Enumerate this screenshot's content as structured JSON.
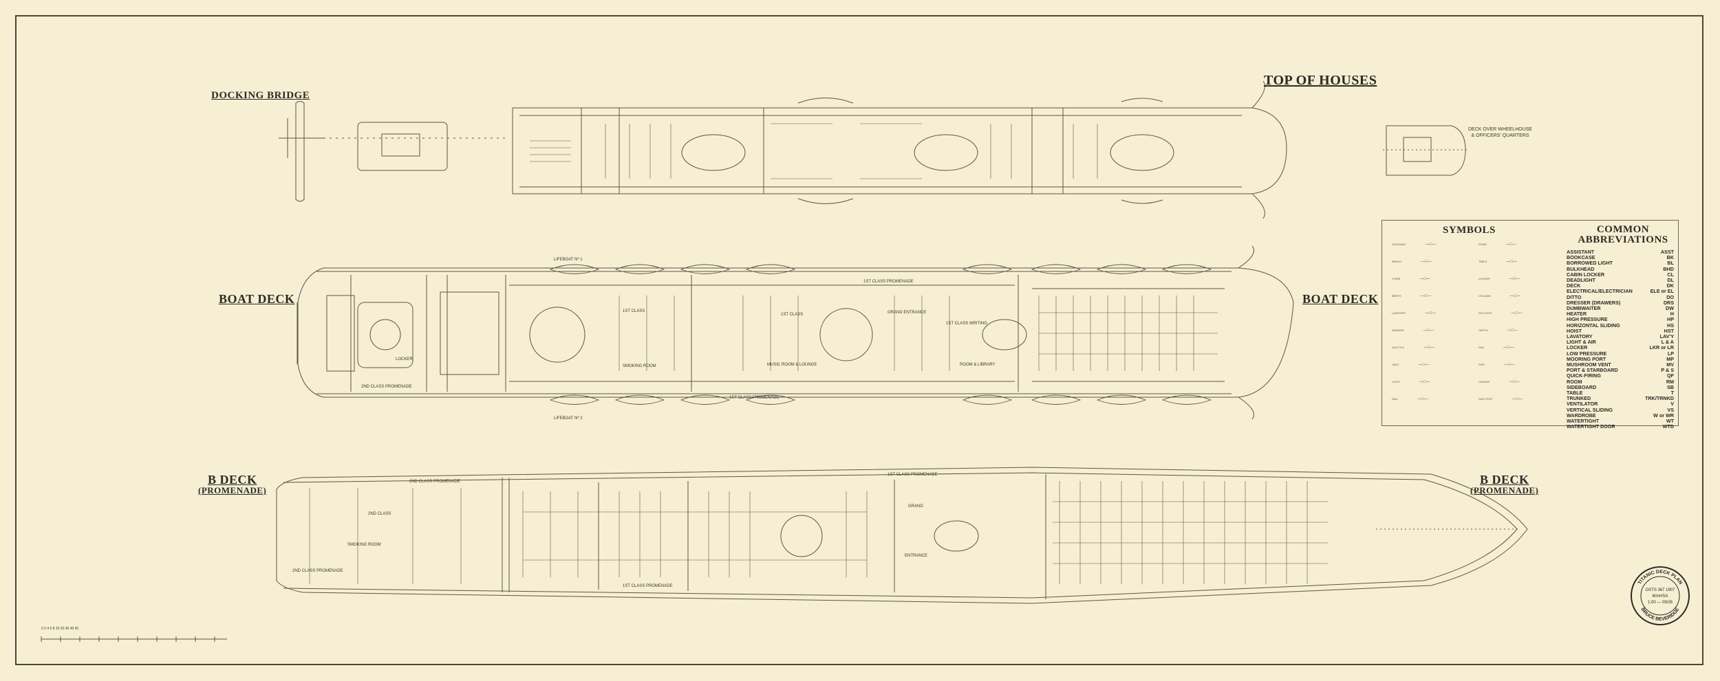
{
  "titles": {
    "docking_bridge": "DOCKING BRIDGE",
    "top_of_houses": "TOP OF HOUSES",
    "boat_deck_left": "BOAT DECK",
    "boat_deck_right": "BOAT DECK",
    "b_deck_left_line1": "B DECK",
    "b_deck_left_line2": "(PROMENADE)",
    "b_deck_right_line1": "B DECK",
    "b_deck_right_line2": "(PROMENADE)",
    "deck_over_wheelhouse_line1": "DECK OVER WHEELHOUSE",
    "deck_over_wheelhouse_line2": "& OFFICERS' QUARTERS"
  },
  "deck_labels": {
    "first_class_boat": "1ST CLASS",
    "first_class_promenade": "1ST CLASS PROMENADE",
    "second_class_promenade": "2ND CLASS PROMENADE",
    "grand_entrance": "GRAND ENTRANCE",
    "smoking_room": "SMOKING ROOM",
    "reading_library": "ROOM & LIBRARY",
    "first_class_writing": "1ST CLASS WRITING",
    "music_room": "MUSIC ROOM & LOUNGE",
    "entrance": "ENTRANCE",
    "grand": "GRAND",
    "locker": "LOCKER",
    "second_class": "2ND CLASS",
    "lifeboat_1": "LIFEBOAT Nº 1",
    "lifeboat_2": "LIFEBOAT Nº 2"
  },
  "legend": {
    "symbols_title": "SYMBOLS",
    "abbreviations_title_line1": "COMMON",
    "abbreviations_title_line2": "ABBREVIATIONS",
    "abbreviations": [
      [
        "ASSISTANT",
        "ASST"
      ],
      [
        "BOOKCASE",
        "BK"
      ],
      [
        "BORROWED LIGHT",
        "BL"
      ],
      [
        "BULKHEAD",
        "BHD"
      ],
      [
        "CABIN LOCKER",
        "CL"
      ],
      [
        "DEADLIGHT",
        "DL"
      ],
      [
        "DECK",
        "DK"
      ],
      [
        "ELECTRICAL/ELECTRICIAN",
        "ELE or EL"
      ],
      [
        "DITTO",
        "DO"
      ],
      [
        "DRESSER (DRAWERS)",
        "DRS"
      ],
      [
        "DUMBWAITER",
        "DW"
      ],
      [
        "HEATER",
        "H"
      ],
      [
        "HIGH PRESSURE",
        "HP"
      ],
      [
        "HORIZONTAL SLIDING",
        "HS"
      ],
      [
        "HOIST",
        "HST"
      ],
      [
        "LAVATORY",
        "LAV'Y"
      ],
      [
        "LIGHT & AIR",
        "L & A"
      ],
      [
        "LOCKER",
        "LKR or LR"
      ],
      [
        "LOW PRESSURE",
        "LP"
      ],
      [
        "MOORING PORT",
        "MP"
      ],
      [
        "MUSHROOM VENT",
        "MV"
      ],
      [
        "PORT & STARBOARD",
        "P & S"
      ],
      [
        "QUICK-FIRING",
        "QF"
      ],
      [
        "ROOM",
        "RM"
      ],
      [
        "SIDEBOARD",
        "SB"
      ],
      [
        "TABLE",
        "T"
      ],
      [
        "TRUNKED",
        "TRK/TRNKD"
      ],
      [
        "VENTILATOR",
        "V"
      ],
      [
        "VERTICAL SLIDING",
        "VS"
      ],
      [
        "WARDROBE",
        "W or WR"
      ],
      [
        "WATERTIGHT",
        "WT"
      ],
      [
        "WATERTIGHT DOOR",
        "WTD"
      ]
    ],
    "symbol_rows": [
      "DOORWAY",
      "BENCH",
      "CHAIR",
      "BERTH",
      "LAVATORY",
      "WINDOW",
      "SCUTTLE",
      "VENT",
      "LIGHT",
      "RAIL",
      "STAIR",
      "TABLE",
      "LOCKER",
      "COLUMN",
      "SKYLIGHT",
      "HATCH",
      "FAN",
      "PIPE",
      "LADDER",
      "RAIL POST"
    ]
  },
  "seal": {
    "top_text": "TITANIC DECK PLAN",
    "line1": "OSTS 367 1907",
    "line2": "MAH/SA",
    "line3": "1:00 — 09/26",
    "bottom_text": "BRUCE BEVERIDGE"
  },
  "scale_text": "0 2 4 6 8 10   20   30   40   50",
  "colors": {
    "paper": "#f6efd3",
    "ink": "#2b2a26",
    "line": "#5a5648"
  }
}
